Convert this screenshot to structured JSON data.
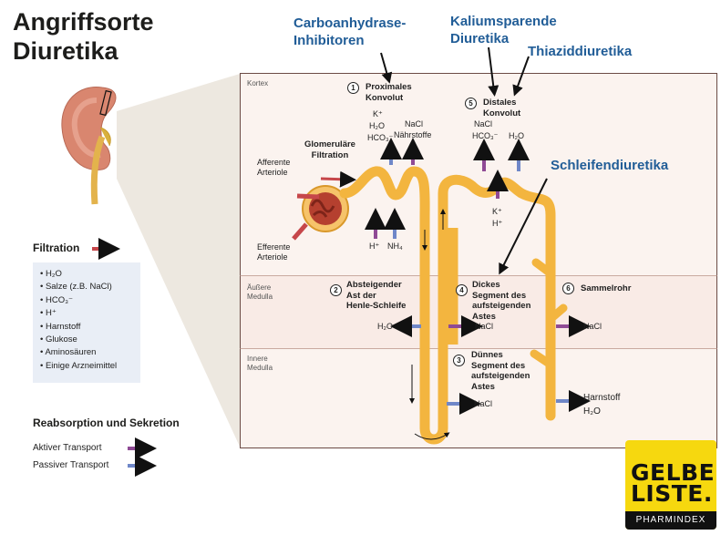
{
  "title": {
    "line1": "Angriffsorte",
    "line2": "Diuretika"
  },
  "drugs": {
    "carbo1": "Carboanhydrase-",
    "carbo2": "Inhibitoren",
    "kalium1": "Kaliumsparende",
    "kalium2": "Diuretika",
    "thiazid": "Thiaziddiuretika",
    "schleife": "Schleifendiuretika"
  },
  "zones": {
    "kortex": "Kortex",
    "aeussere1": "Äußere",
    "aeussere2": "Medulla",
    "innere1": "Innere",
    "innere2": "Medulla"
  },
  "glomerulus": {
    "title1": "Glomeruläre",
    "title2": "Filtration",
    "afferent1": "Afferente",
    "afferent2": "Arteriole",
    "efferent1": "Efferente",
    "efferent2": "Arteriole"
  },
  "segments": [
    {
      "num": "1",
      "line1": "Proximales",
      "line2": "Konvolut",
      "line3": ""
    },
    {
      "num": "2",
      "line1": "Absteigender",
      "line2": "Ast der",
      "line3": "Henle-Schleife"
    },
    {
      "num": "3",
      "line1": "Dünnes",
      "line2": "Segment des",
      "line3": "aufsteigenden",
      "line4": "Astes"
    },
    {
      "num": "4",
      "line1": "Dickes",
      "line2": "Segment des",
      "line3": "aufsteigenden",
      "line4": "Astes"
    },
    {
      "num": "5",
      "line1": "Distales",
      "line2": "Konvolut",
      "line3": ""
    },
    {
      "num": "6",
      "line1": "Sammelrohr",
      "line2": "",
      "line3": ""
    }
  ],
  "substances": {
    "prox_k": "K⁺",
    "prox_h2o": "H₂O",
    "prox_hco3": "HCO₃⁻",
    "prox_nacl": "NaCl",
    "prox_naehr": "Nährstoffe",
    "prox_h": "H⁺",
    "prox_nh4": "NH₄",
    "dist_nacl": "NaCl",
    "dist_hco3": "HCO₃⁻",
    "dist_h2o": "H₂O",
    "dist_k": "K⁺",
    "dist_h": "H⁺",
    "desc_h2o": "H₂O",
    "thick_nacl": "NaCl",
    "thin_nacl": "NaCl",
    "coll_nacl": "NaCl",
    "coll_harnstoff": "Harnstoff",
    "coll_h2o": "H₂O"
  },
  "filtration": {
    "label": "Filtration",
    "color": "#c6464a"
  },
  "filtrate_items": [
    "H₂O",
    "Salze (z.B. NaCl)",
    "HCO₃⁻",
    "H⁺",
    "Harnstoff",
    "Glukose",
    "Aminosäuren",
    "Einige Arzneimittel"
  ],
  "reabsorption": {
    "title": "Reabsorption und Sekretion",
    "active": "Aktiver Transport",
    "passive": "Passiver Transport",
    "active_color": "#8f4a95",
    "passive_color": "#6f87c8"
  },
  "logo": {
    "line1": "GELBE",
    "line2": "LISTE.",
    "sub": "PHARMINDEX"
  },
  "colors": {
    "tubule": "#f3b53f",
    "tubule_edge": "#d99a23",
    "cortex_bg": "#fbf3ef",
    "medulla_bg": "#f9ebe6",
    "drug_text": "#215d97"
  }
}
